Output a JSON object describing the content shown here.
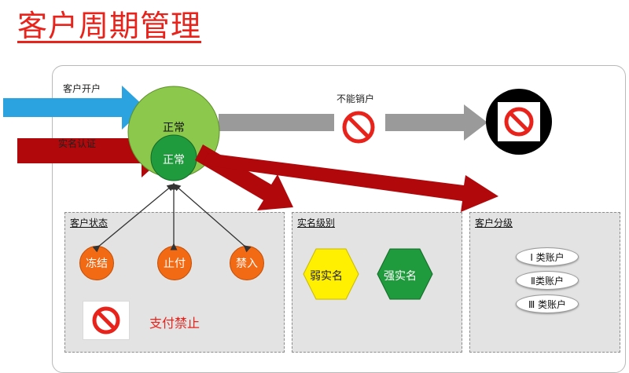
{
  "title": "客户周期管理",
  "labels": {
    "open_account": "客户开户",
    "real_name_auth": "实名认证",
    "cannot_close": "不能销户"
  },
  "main_circle": {
    "outer": "正常",
    "inner": "正常"
  },
  "panels": {
    "status": {
      "title": "客户状态",
      "states": [
        "冻结",
        "止付",
        "禁入"
      ],
      "payment_ban": "支付禁止"
    },
    "level": {
      "title": "实名级别",
      "items": [
        "弱实名",
        "强实名"
      ]
    },
    "class": {
      "title": "客户分级",
      "items": [
        "Ⅰ 类账户",
        "Ⅱ类账户",
        "Ⅲ 类账户"
      ]
    }
  },
  "colors": {
    "title": "#e8231c",
    "blue_arrow": "#2aa3e0",
    "red_arrow": "#b0080b",
    "gray_arrow": "#9a9a9a",
    "light_green": "#8cc84b",
    "dark_green": "#1f9a3c",
    "orange": "#f26a14",
    "yellow": "#ffef00",
    "no_sign": "#e8231c"
  }
}
